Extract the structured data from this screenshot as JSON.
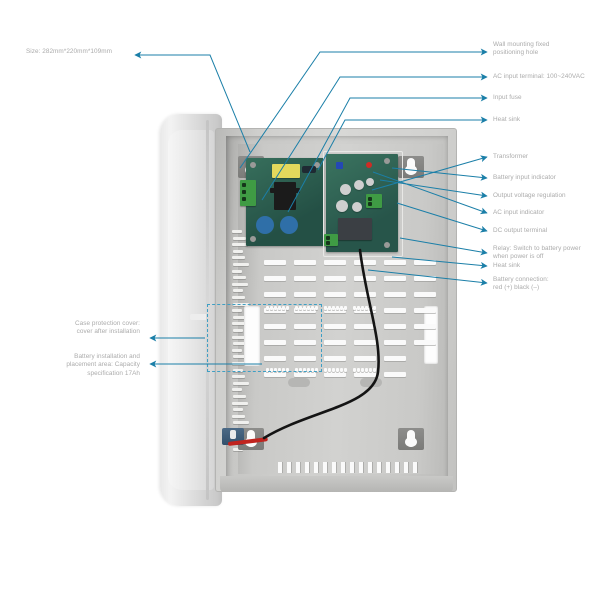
{
  "diagram": {
    "type": "annotated-product-photo",
    "subject": "Metal wall-mount switching power supply enclosure with backup battery bay",
    "line_color": "#1b7fa8",
    "label_color": "#ababab",
    "background": "#ffffff"
  },
  "labels_left": [
    {
      "id": "size",
      "text": "Size: 282mm*220mm*109mm"
    },
    {
      "id": "case-protection-cover",
      "text": "Case protection cover:\ncover after installation"
    },
    {
      "id": "battery-area",
      "text": "Battery installation and\nplacement area: Capacity\nspecification 17Ah"
    }
  ],
  "labels_right": [
    {
      "id": "wall-mounting-hole",
      "text": "Wall mounting fixed\npositioning hole"
    },
    {
      "id": "ac-input-terminal",
      "text": "AC input terminal: 100~240VAC"
    },
    {
      "id": "input-fuse",
      "text": "Input fuse"
    },
    {
      "id": "heat-sink-top",
      "text": "Heat sink"
    },
    {
      "id": "transformer",
      "text": "Transformer"
    },
    {
      "id": "battery-input-indicator",
      "text": "Battery input indicator"
    },
    {
      "id": "output-voltage-regulation",
      "text": "Output voltage regulation"
    },
    {
      "id": "ac-input-indicator",
      "text": "AC input indicator"
    },
    {
      "id": "dc-output-terminal",
      "text": "DC output terminal"
    },
    {
      "id": "relay",
      "text": "Relay: Switch to battery power\nwhen power is off"
    },
    {
      "id": "heat-sink-bottom",
      "text": "Heat sink"
    },
    {
      "id": "battery-connection",
      "text": "Battery connection:\nred (+) black (–)"
    }
  ]
}
